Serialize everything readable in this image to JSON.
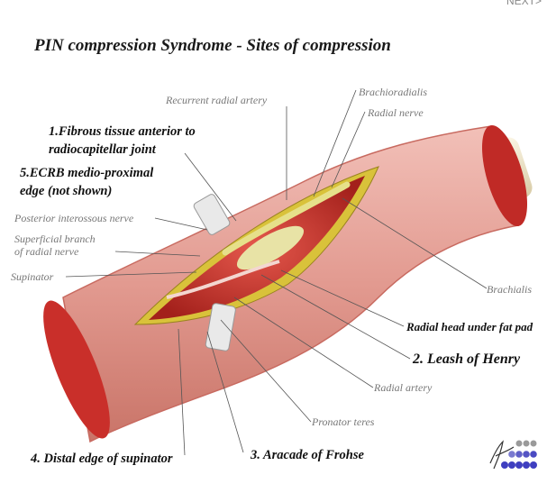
{
  "title": "PIN compression Syndrome - Sites of compression",
  "nav": {
    "next_label": "NEXT>"
  },
  "labels": {
    "recurrent_radial_artery": "Recurrent radial artery",
    "brachioradialis": "Brachioradialis",
    "radial_nerve": "Radial nerve",
    "site1_line1": "1.Fibrous tissue anterior to",
    "site1_line2": "radiocapitellar joint",
    "site5_line1": "5.ECRB medio-proximal",
    "site5_line2": "edge (not shown)",
    "posterior_interosseous_nerve": "Posterior interossous nerve",
    "superficial_branch_line1": "Superficial branch",
    "superficial_branch_line2": "of radial nerve",
    "supinator": "Supinator",
    "brachialis": "Brachialis",
    "radial_head": "Radial head under fat pad",
    "site2": "2. Leash of Henry",
    "radial_artery": "Radial artery",
    "pronator_teres": "Pronator teres",
    "site4": "4. Distal edge of supinator",
    "site3": "3. Aracade of Frohse"
  },
  "colors": {
    "skin": "#e8a29a",
    "muscle": "#c8362e",
    "fat": "#d9c23a",
    "bone": "#efe4c8",
    "nerve": "#e6e08a",
    "logo_dots": "#3f3fc0"
  }
}
